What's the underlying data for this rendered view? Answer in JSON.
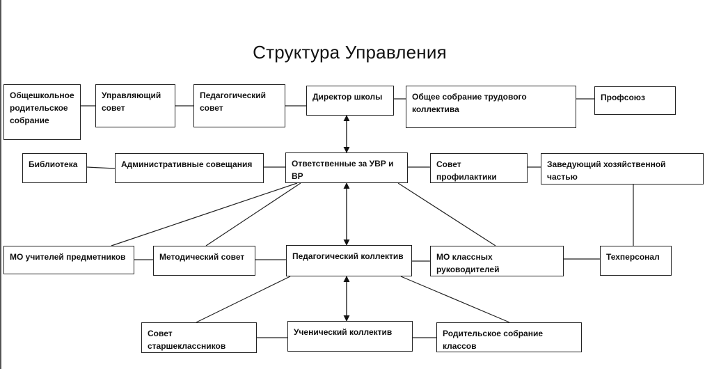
{
  "title": "Структура Управления",
  "nodes": {
    "parent_meeting": "Общешкольное родительское собрание",
    "governing_council": "Управляющий совет",
    "pedagogical_council": "Педагогический совет",
    "director": "Директор школы",
    "staff_meeting": "Общее собрание трудового коллектива",
    "trade_union": "Профсоюз",
    "library": "Библиотека",
    "admin_meetings": "Административные совещания",
    "deputies": "Ответственные за УВР и ВР",
    "prevention_council": "Совет профилактики",
    "household_head": "Заведующий хозяйственной частью",
    "mo_subject_teachers": "МО учителей предметников",
    "methodical_council": "Методический совет",
    "teaching_staff": "Педагогический коллектив",
    "mo_class_teachers": "МО классных руководителей",
    "tech_staff": "Техперсонал",
    "senior_council": "Совет старшеклассников",
    "student_body": "Ученический коллектив",
    "class_parent_meeting": "Родительское собрание классов"
  }
}
